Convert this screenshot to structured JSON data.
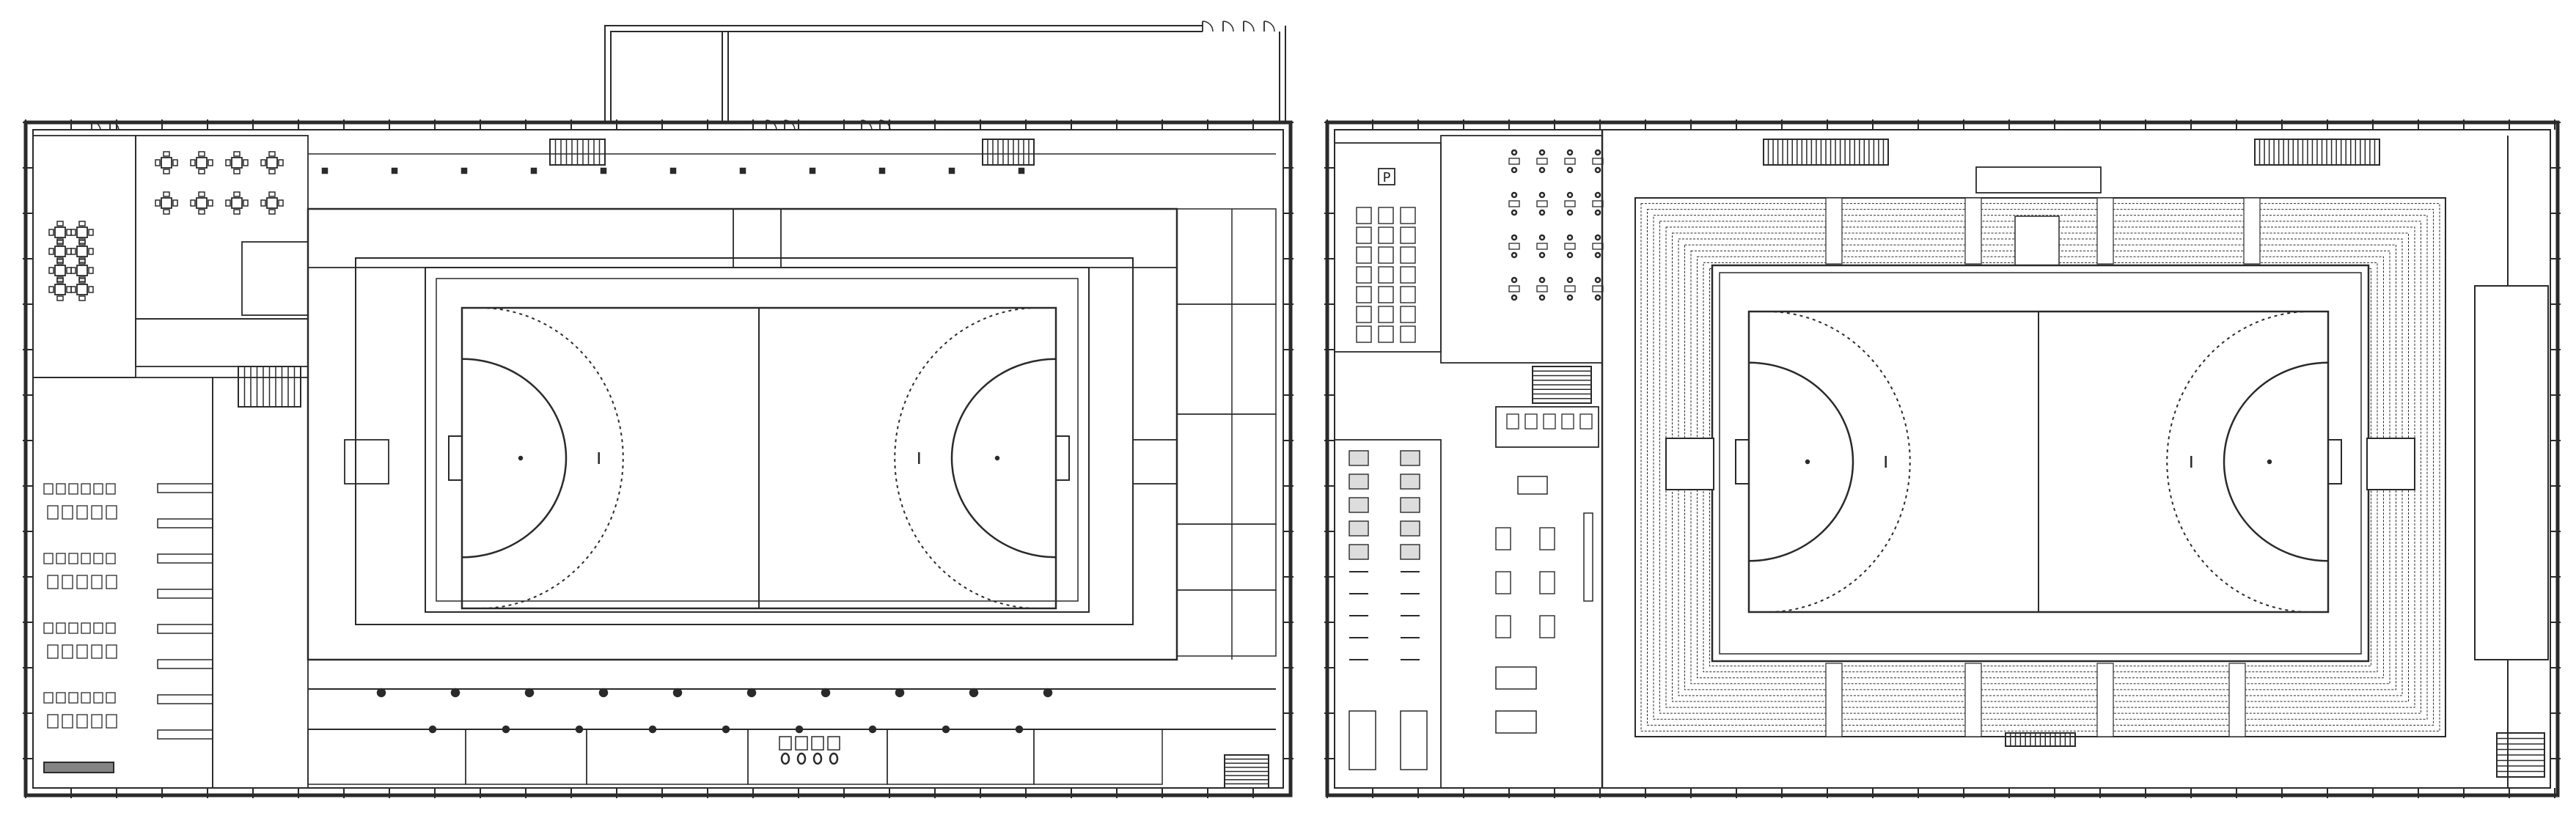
{
  "parking_sign": {
    "label": "P"
  },
  "colors": {
    "ink": "#2a2a2a",
    "fill": "#ffffff",
    "dark": "#555555"
  },
  "plans": [
    {
      "id": "left",
      "title": ""
    },
    {
      "id": "right",
      "title": ""
    }
  ]
}
